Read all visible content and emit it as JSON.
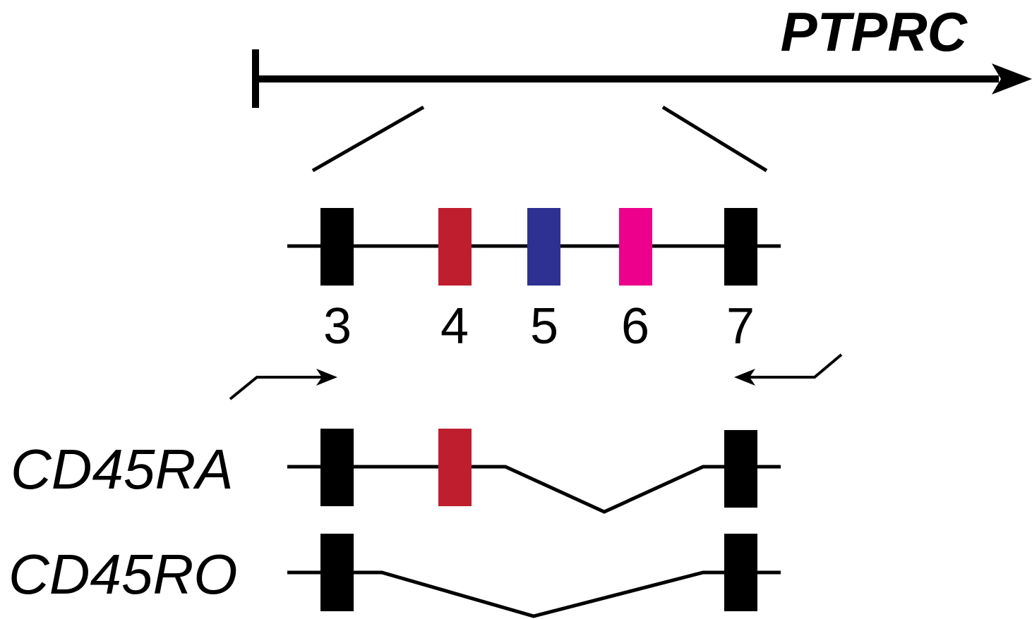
{
  "gene": {
    "name": "PTPRC"
  },
  "exons": [
    {
      "number": "3",
      "color": "#000000"
    },
    {
      "number": "4",
      "color": "#be1e2d"
    },
    {
      "number": "5",
      "color": "#2e3192"
    },
    {
      "number": "6",
      "color": "#ec008c"
    },
    {
      "number": "7",
      "color": "#000000"
    }
  ],
  "isoforms": [
    {
      "name": "CD45RA",
      "included_exons": [
        "3",
        "4",
        "7"
      ],
      "skipped_exons": [
        "5",
        "6"
      ]
    },
    {
      "name": "CD45RO",
      "included_exons": [
        "3",
        "7"
      ],
      "skipped_exons": [
        "4",
        "5",
        "6"
      ]
    }
  ],
  "colors": {
    "line": "#000000",
    "exon4": "#be1e2d",
    "exon5": "#2e3192",
    "exon6": "#ec008c"
  }
}
